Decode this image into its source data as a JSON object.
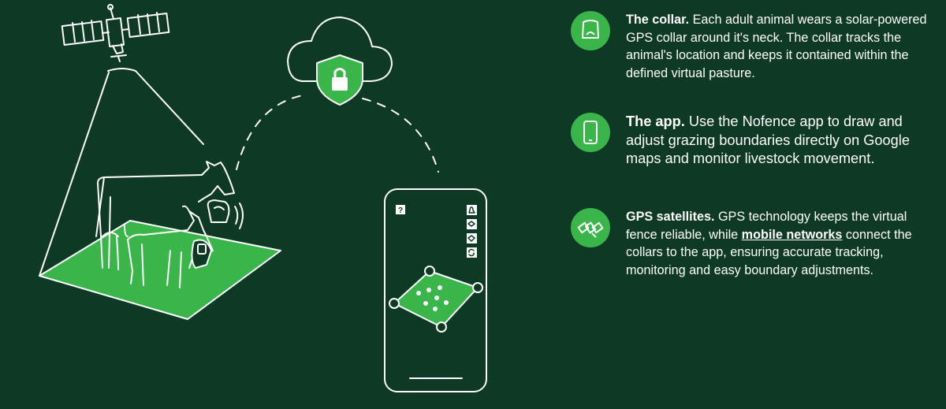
{
  "colors": {
    "background": "#0e3a25",
    "accent": "#39b54a",
    "line": "#ffffff"
  },
  "illustration": {
    "icons": [
      "satellite-icon",
      "cloud-icon",
      "shield-lock-icon",
      "cow-icon",
      "goat-icon",
      "collar-icon",
      "pasture-area",
      "phone-icon",
      "map-boundary"
    ],
    "phone_controls": [
      "?",
      "bell-icon",
      "layers-icon",
      "location-icon",
      "refresh-icon"
    ]
  },
  "features": [
    {
      "id": "collar",
      "icon": "collar-icon",
      "title": "The collar.",
      "text": " Each adult animal wears a solar-powered GPS collar around it's neck. The collar tracks the animal's location and keeps it contained within the defined virtual pasture."
    },
    {
      "id": "app",
      "icon": "phone-icon",
      "title": "The app.",
      "text": " Use the Nofence app to draw and adjust grazing boundaries directly on Google maps and monitor livestock movement."
    },
    {
      "id": "gps",
      "icon": "satellite-icon",
      "title": "GPS satellites.",
      "text_before": " GPS technology keeps the virtual fence reliable, while ",
      "link": "mobile networks",
      "text_after": " connect the collars to the app, ensuring accurate tracking, monitoring and easy boundary adjustments."
    }
  ]
}
